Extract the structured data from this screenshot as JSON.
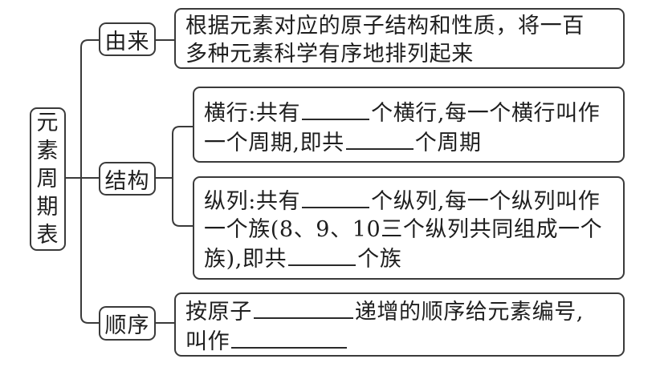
{
  "root": {
    "chars": [
      "元",
      "素",
      "周",
      "期",
      "表"
    ]
  },
  "branches": {
    "origin": {
      "label": "由来",
      "text_line1": "根据元素对应的原子结构和性质，将一百",
      "text_line2": "多种元素科学有序地排列起来"
    },
    "structure": {
      "label": "结构",
      "rows": {
        "p1": "横行:共有",
        "p2": "个横行,每一个横行叫作",
        "p3": "一个周期,即共",
        "p4": "个周期"
      },
      "columns": {
        "p1": "纵列:共有",
        "p2": "个纵列,每一个纵列叫作",
        "p3": "一个族(8、9、10三个纵列共同组成一个",
        "p4": "族),即共",
        "p5": "个族"
      }
    },
    "order": {
      "label": "顺序",
      "p1": "按原子",
      "p2": "递增的顺序给元素编号,",
      "p3": "叫作"
    }
  }
}
